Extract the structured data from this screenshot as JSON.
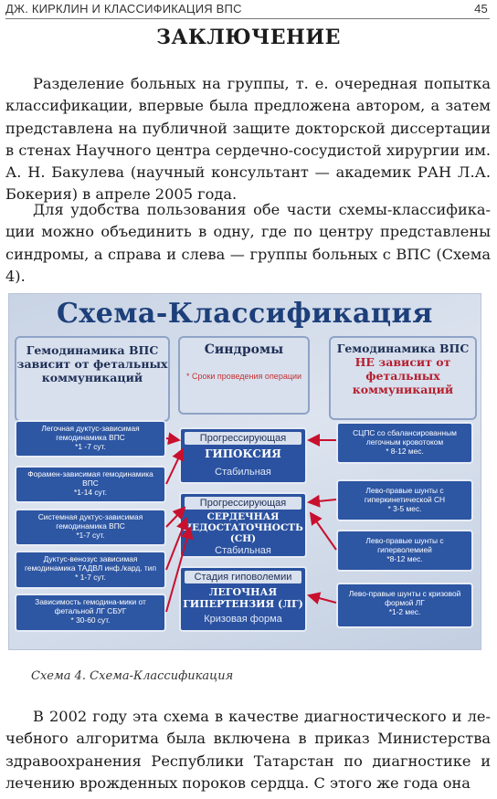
{
  "running_head": {
    "title": "ДЖ. КИРКЛИН И КЛАССИФИКАЦИЯ ВПС",
    "page_number": "45"
  },
  "section_title": "ЗАКЛЮЧЕНИЕ",
  "paragraphs": [
    "Разделение больных на группы, т. е. очередная попытка классификации, впервые была предложена автором, а затем представлена на публичной защите докторской диссертации в стенах Научного центра сердечно-сосудистой хирургии им. А. Н. Бакулева (научный консультант — академик РАН Л.А. Бокерия) в апреле 2005 года.",
    "Для удобства пользования обе части схемы-классифика­ции можно объединить в одну, где по центру представлены синдромы, а справа и слева — группы больных с ВПС (Схема 4).",
    "В 2002 году эта схема в качестве диагностического и ле­чебного алгоритма была включена в приказ Министерства здравоохранения Республики Татарстан по диагностике и лечению врожденных пороков сердца. С этого же года она"
  ],
  "scheme": {
    "title": "Схема-Классификация",
    "left_header": "Гемодинамика ВПС зависит от фетальных коммуникаций",
    "middle_header": "Синдромы",
    "middle_note": "* Сроки проведения операции",
    "right_header_line1": "Гемодинамика ВПС",
    "right_header_line2": "НЕ зависит от фетальных коммуникаций",
    "left_groups": [
      {
        "text": "Легочная дуктус-зависимая гемодинамика ВПС",
        "duration": "*1 -7 сут."
      },
      {
        "text": "Форамен-зависимая гемодинамика ВПС",
        "duration": "*1-14 сут."
      },
      {
        "text": "Системная дуктус-зависимая гемодинамика ВПС",
        "duration": "*1-7 сут."
      },
      {
        "text": "Дуктус-венозус зависимая гемодинамика ТАДВЛ инф./кард. тип",
        "duration": "* 1-7 сут."
      },
      {
        "text": "Зависимость гемодина-мики от фетальной ЛГ СБУГ",
        "duration": "* 30-60 сут."
      }
    ],
    "syndromes": [
      {
        "top": "Прогрессирующая",
        "main": "ГИПОКСИЯ",
        "bottom": "Стабильная"
      },
      {
        "top": "Прогрессирующая",
        "main": "СЕРДЕЧНАЯ НЕДОСТАТОЧНОСТЬ (СН)",
        "bottom": "Стабильная"
      },
      {
        "top": "Стадия гиповолемии",
        "main": "ЛЕГОЧНАЯ ГИПЕРТЕНЗИЯ (ЛГ)",
        "bottom": "Кризовая форма"
      }
    ],
    "right_groups": [
      {
        "text": "СЦПС со сбалансированным легочным кровотоком",
        "duration": "* 8-12 мес."
      },
      {
        "text": "Лево-правые шунты с гиперкинетической СН",
        "duration": "* 3-5 мес."
      },
      {
        "text": "Лево-правые шунты с гиперволемией",
        "duration": "*8-12 мес."
      },
      {
        "text": "Лево-правые шунты с кризовой формой ЛГ",
        "duration": "*1-2 мес."
      }
    ],
    "colors": {
      "box_blue": "#2d56a3",
      "header_bg": "#d8e0ee",
      "arrow_red": "#c8102e",
      "title_blue": "#1d3f7a"
    }
  },
  "caption": "Схема 4. Схема-Классификация"
}
